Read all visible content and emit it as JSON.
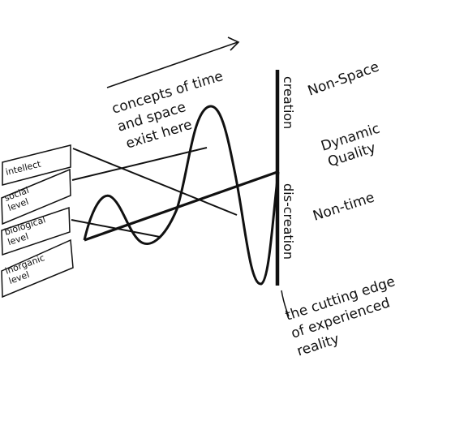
{
  "header_caption": [
    "concepts of time",
    "and space",
    "exist here"
  ],
  "levels": [
    [
      "intellect"
    ],
    [
      "social",
      "level"
    ],
    [
      "biological",
      "level"
    ],
    [
      "inorganic",
      "level"
    ]
  ],
  "axis_labels": {
    "creation": "creation",
    "discreation": "dis-creation"
  },
  "right_labels": {
    "non_space": "Non-Space",
    "dynamic_quality": [
      "Dynamic",
      "Quality"
    ],
    "non_time": "Non-time"
  },
  "bottom_caption": [
    "the cutting edge",
    "of experienced",
    "reality"
  ]
}
